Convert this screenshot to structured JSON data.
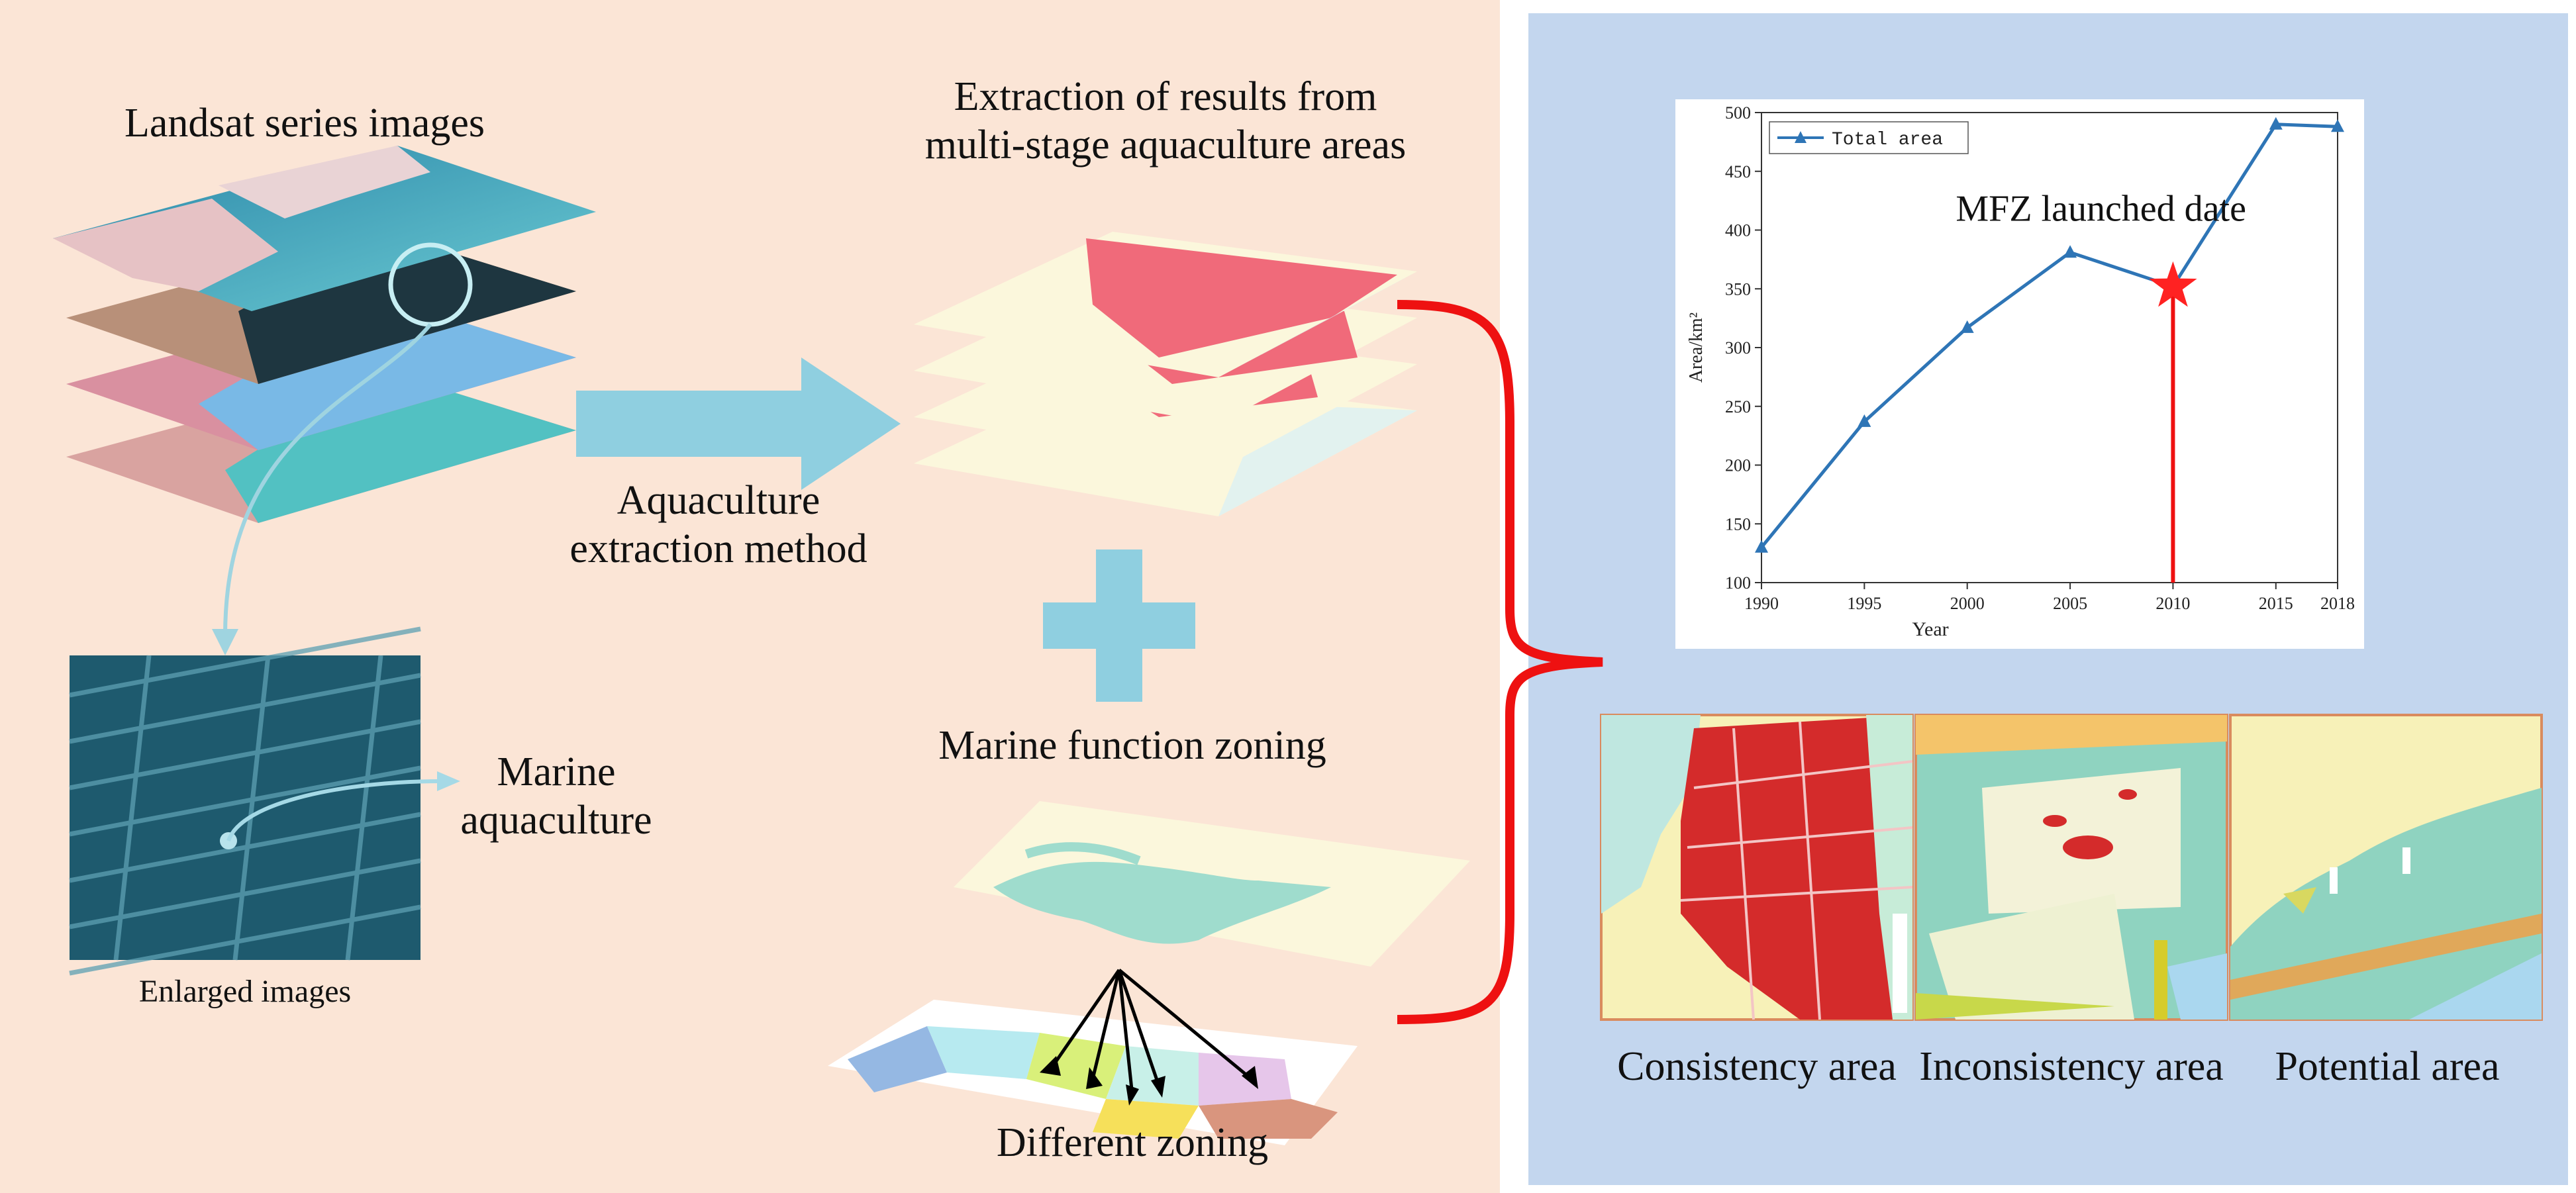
{
  "labels": {
    "landsat": "Landsat series images",
    "extraction_results": "Extraction of results from multi-stage aquaculture areas",
    "extraction_method": "Aquaculture extraction method",
    "marine_aquaculture": "Marine aquaculture",
    "enlarged": "Enlarged  images",
    "zoning": "Marine  function zoning",
    "different_zoning": "Different zoning",
    "consistency": "Consistency area",
    "inconsistency": "Inconsistency area",
    "potential": "Potential area"
  },
  "chart_data": {
    "type": "line",
    "title": "",
    "xlabel": "Year",
    "ylabel": "Area/km²",
    "x": [
      1990,
      1995,
      2000,
      2005,
      2010,
      2015,
      2018
    ],
    "series": [
      {
        "name": "Total area",
        "values": [
          130,
          237,
          317,
          381,
          352,
          490,
          488
        ]
      }
    ],
    "xlim": [
      1990,
      2018
    ],
    "ylim": [
      100,
      500
    ],
    "xticks": [
      1990,
      1995,
      2000,
      2005,
      2010,
      2015,
      2018
    ],
    "yticks": [
      100,
      150,
      200,
      250,
      300,
      350,
      400,
      450,
      500
    ],
    "legend": "top-left",
    "annotation": {
      "text": "MFZ launched date",
      "x": 2010,
      "value": 352
    },
    "colors": {
      "line": "#2e75b6",
      "marker": "#ff2222"
    }
  }
}
